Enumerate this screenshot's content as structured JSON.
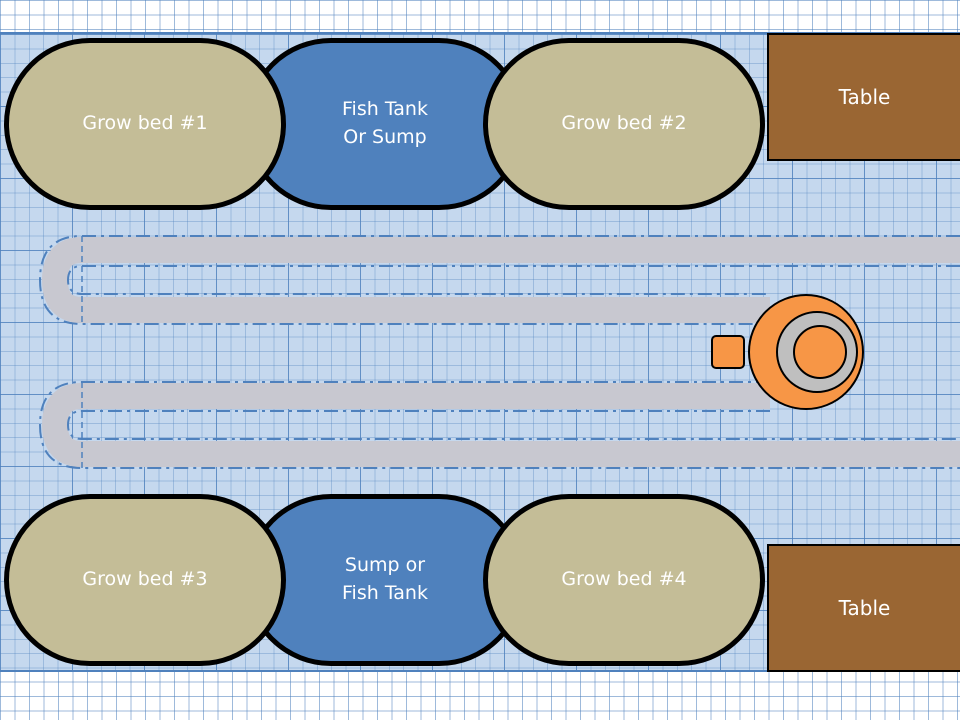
{
  "beds": {
    "bed1": "Grow bed #1",
    "bed2": "Grow bed #2",
    "bed3": "Grow bed #3",
    "bed4": "Grow bed #4"
  },
  "tanks": {
    "top": "Fish Tank\nOr Sump",
    "bottom": "Sump or\nFish Tank"
  },
  "tables": {
    "top": "Table",
    "bottom": "Table"
  },
  "colors": {
    "floor": "#c5d8ee",
    "grid": "#4f81bd",
    "grow_bed": "#c4bd97",
    "tank": "#4f81bd",
    "table": "#9a6633",
    "pump": "#f79646",
    "pump_ring": "#bfbfbf",
    "pipe": "#c8c8d0"
  }
}
